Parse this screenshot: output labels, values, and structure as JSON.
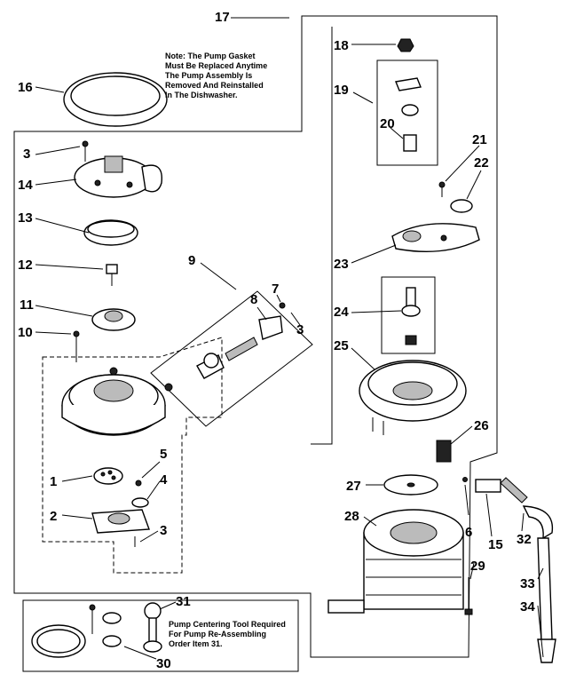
{
  "note_lines": [
    "Note: The Pump Gasket",
    "Must Be Replaced Anytime",
    "The Pump Assembly Is",
    "Removed And Reinstalled",
    "In The Dishwasher."
  ],
  "tool_note_lines": [
    "Pump Centering Tool Required",
    "For Pump Re-Assembling",
    "Order Item 31."
  ],
  "callouts": {
    "c1": "1",
    "c2": "2",
    "c3a": "3",
    "c3b": "3",
    "c3c": "3",
    "c4": "4",
    "c5": "5",
    "c6": "6",
    "c7": "7",
    "c8": "8",
    "c9": "9",
    "c10": "10",
    "c11": "11",
    "c12": "12",
    "c13": "13",
    "c14": "14",
    "c15": "15",
    "c16": "16",
    "c17": "17",
    "c18": "18",
    "c19": "19",
    "c20": "20",
    "c21": "21",
    "c22": "22",
    "c23": "23",
    "c24": "24",
    "c25": "25",
    "c26": "26",
    "c27": "27",
    "c28": "28",
    "c29": "29",
    "c30": "30",
    "c31": "31",
    "c32": "32",
    "c33": "33",
    "c34": "34"
  }
}
